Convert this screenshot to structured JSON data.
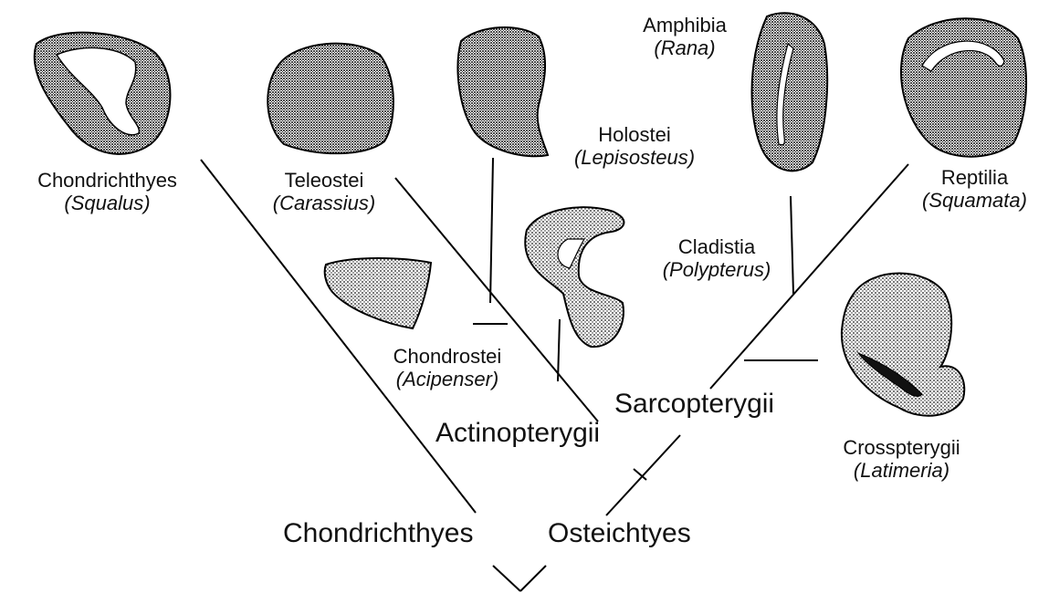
{
  "root_labels": {
    "left": "Chondrichthyes",
    "right": "Osteichtyes"
  },
  "clade_labels": {
    "actinopterygii": "Actinopterygii",
    "sarcopterygii": "Sarcopterygii"
  },
  "taxa": [
    {
      "id": "chondrichthyes",
      "name": "Chondrichthyes",
      "genus": "(Squalus)"
    },
    {
      "id": "teleostei",
      "name": "Teleostei",
      "genus": "(Carassius)"
    },
    {
      "id": "holostei",
      "name": "Holostei",
      "genus": "(Lepisosteus)"
    },
    {
      "id": "chondrostei",
      "name": "Chondrostei",
      "genus": "(Acipenser)"
    },
    {
      "id": "cladistia",
      "name": "Cladistia",
      "genus": "(Polypterus)"
    },
    {
      "id": "amphibia",
      "name": "Amphibia",
      "genus": "(Rana)"
    },
    {
      "id": "reptilia",
      "name": "Reptilia",
      "genus": "(Squamata)"
    },
    {
      "id": "crosspterygii",
      "name": "Crosspterygii",
      "genus": "(Latimeria)"
    }
  ],
  "colors": {
    "line": "#000000",
    "stipple": "#1a1a1a",
    "background": "#ffffff"
  }
}
